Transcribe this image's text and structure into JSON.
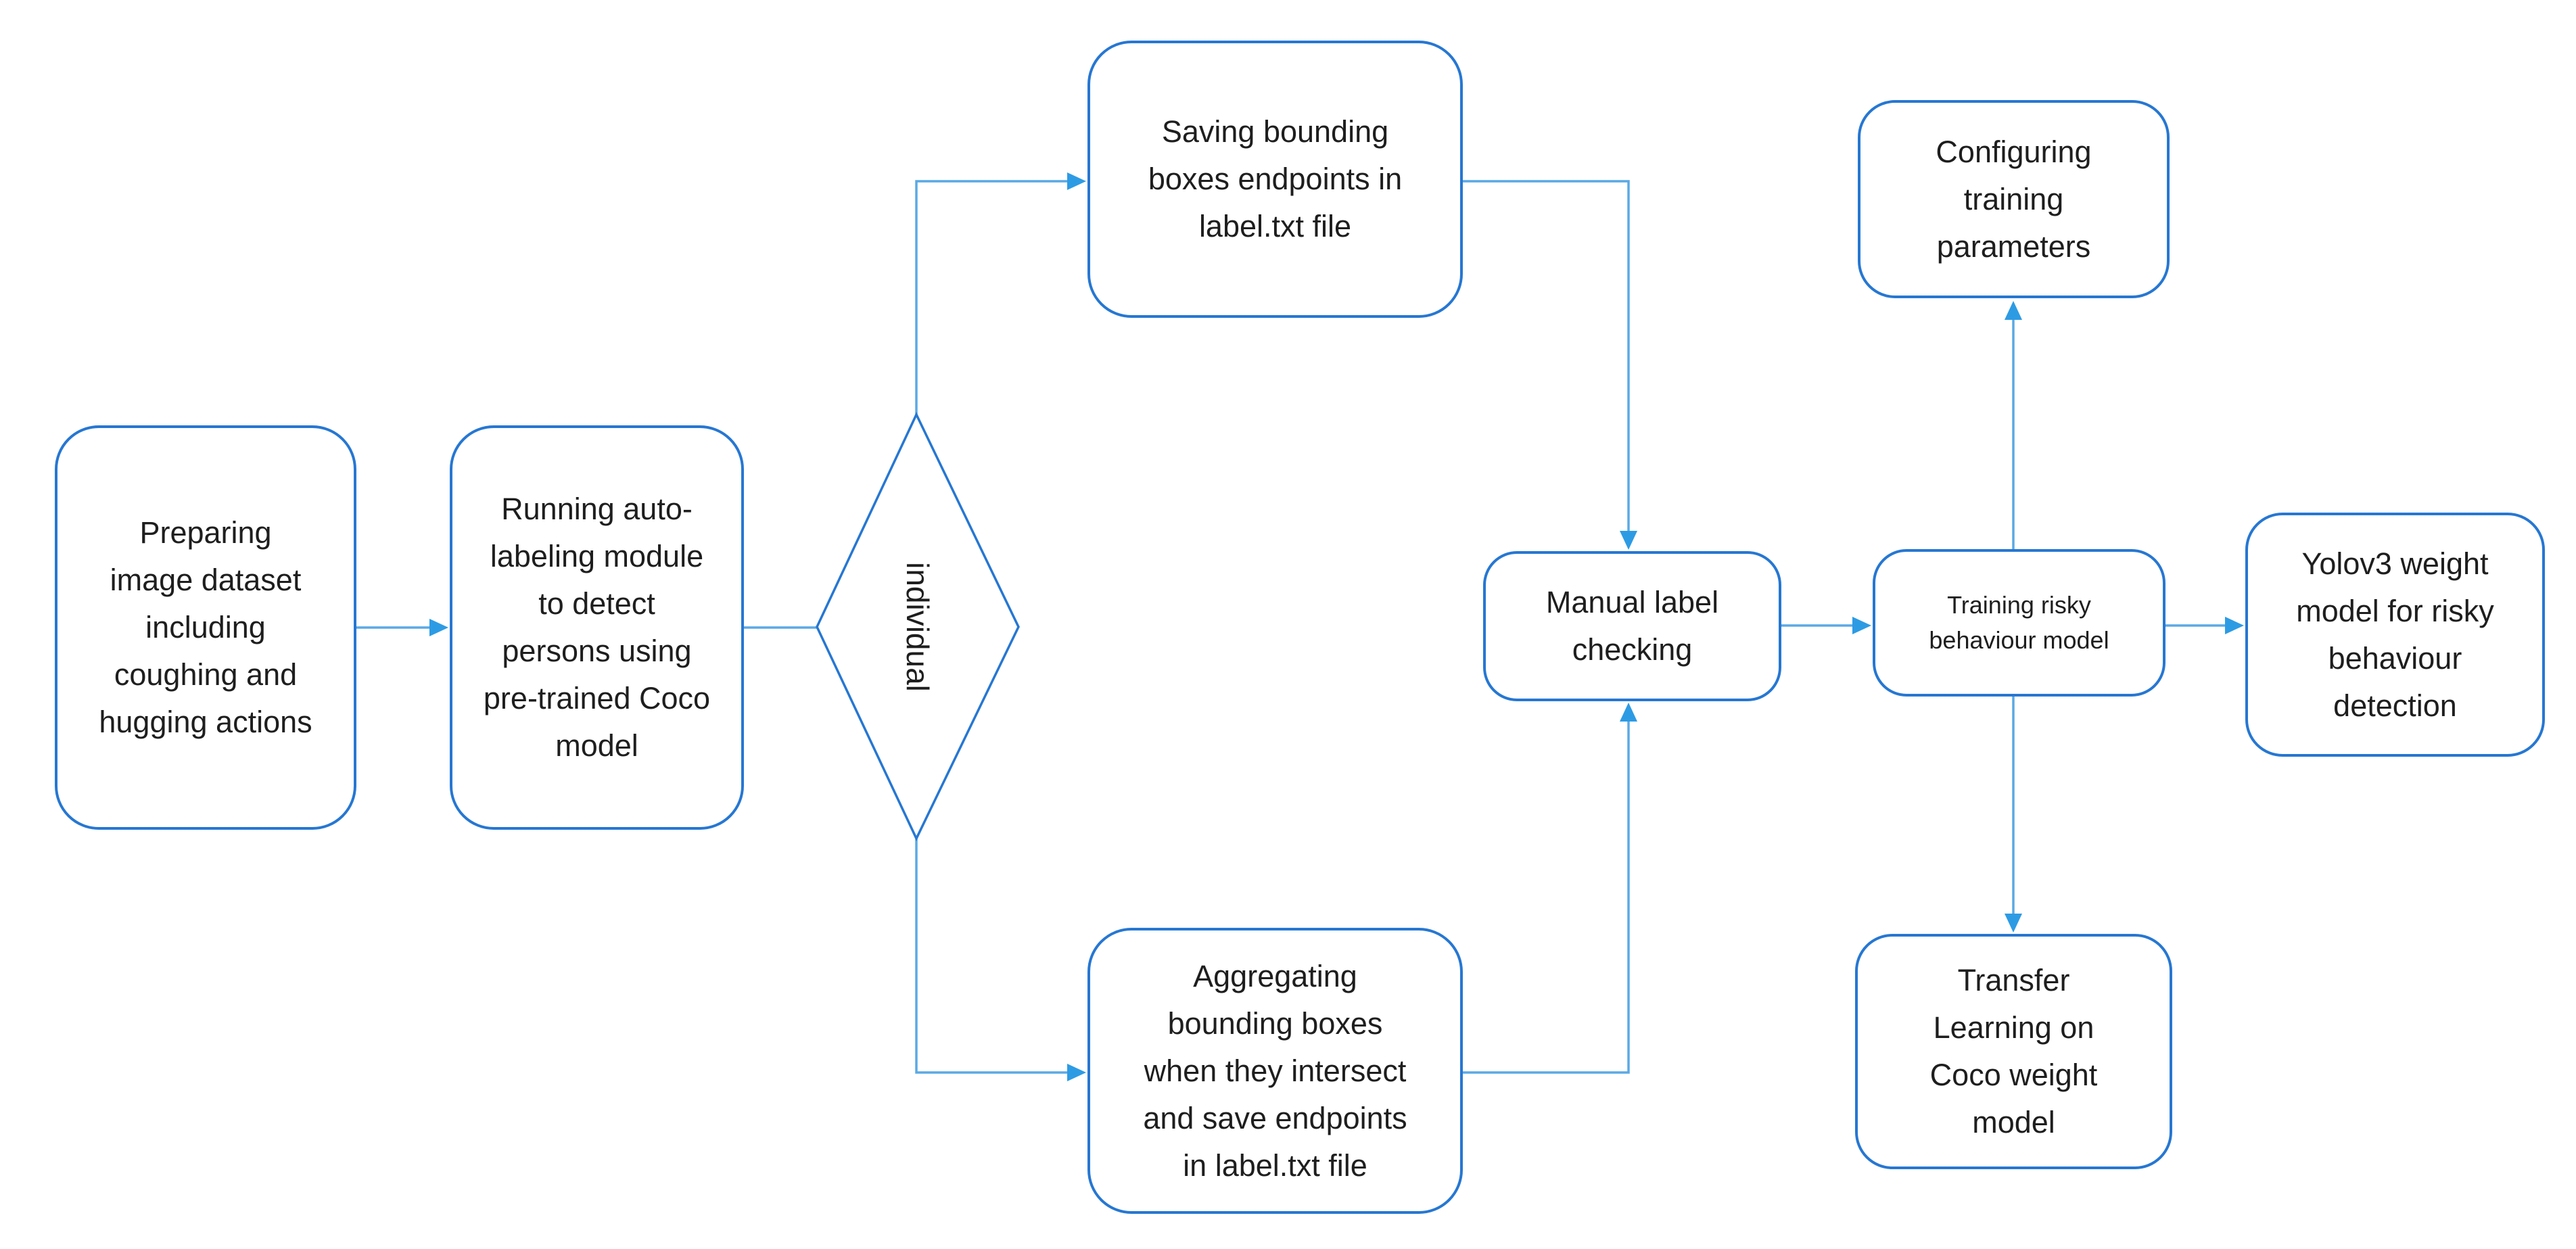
{
  "diagram": {
    "type": "flowchart",
    "background_color": "#ffffff",
    "colors": {
      "node_border": "#2677d2",
      "connector": "#5aa9e5",
      "arrowhead": "#2d9be4",
      "text": "#1e1e1e"
    },
    "nodes": {
      "prepare": {
        "shape": "rounded-rect",
        "label": "Preparing image dataset including coughing and hugging actions"
      },
      "autolabel": {
        "shape": "rounded-rect",
        "label": "Running auto-labeling module to detect persons using pre-trained Coco model"
      },
      "individual": {
        "shape": "diamond",
        "label": "individual"
      },
      "saving": {
        "shape": "rounded-rect",
        "label": "Saving bounding boxes endpoints in label.txt file"
      },
      "aggregating": {
        "shape": "rounded-rect",
        "label": "Aggregating bounding boxes when they intersect and save endpoints in label.txt file"
      },
      "manual": {
        "shape": "rounded-rect",
        "label": "Manual label checking"
      },
      "training": {
        "shape": "rounded-rect",
        "label": "Training risky behaviour model"
      },
      "configuring": {
        "shape": "rounded-rect",
        "label": "Configuring training parameters"
      },
      "transfer": {
        "shape": "rounded-rect",
        "label": "Transfer Learning on Coco weight model"
      },
      "yolov3": {
        "shape": "rounded-rect",
        "label": "Yolov3 weight model for risky behaviour detection"
      }
    },
    "edges": [
      {
        "from": "prepare",
        "to": "autolabel",
        "arrow": true
      },
      {
        "from": "autolabel",
        "to": "individual",
        "arrow": false
      },
      {
        "from": "individual",
        "to": "saving",
        "arrow": true
      },
      {
        "from": "individual",
        "to": "aggregating",
        "arrow": true
      },
      {
        "from": "saving",
        "to": "manual",
        "arrow": true
      },
      {
        "from": "aggregating",
        "to": "manual",
        "arrow": true
      },
      {
        "from": "manual",
        "to": "training",
        "arrow": true
      },
      {
        "from": "training",
        "to": "configuring",
        "arrow": true
      },
      {
        "from": "training",
        "to": "transfer",
        "arrow": true
      },
      {
        "from": "training",
        "to": "yolov3",
        "arrow": true
      }
    ]
  }
}
